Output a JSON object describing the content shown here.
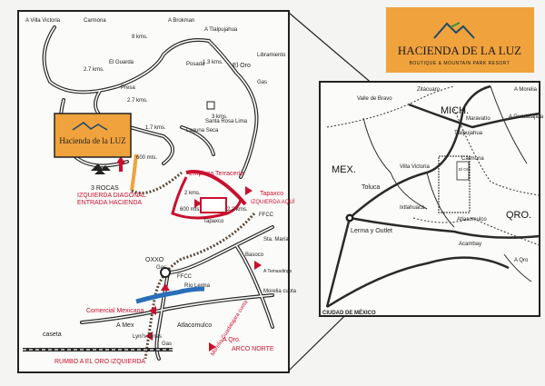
{
  "colors": {
    "road": "#2a2a2a",
    "highlight_red": "#c8102e",
    "dirt_orange": "#f2a23a",
    "logo_bg": "#f0a23c",
    "river_blue": "#2a6eb8",
    "rail": "#5a4a3a"
  },
  "logo_main": {
    "name": "HACIENDA DE LA LUZ",
    "tagline": "BOUTIQUE & MOUNTAIN PARK RESORT"
  },
  "logo_small": {
    "name": "Hacienda de la LUZ"
  },
  "detail_map": {
    "places": {
      "villa_victoria": "A Villa Victoria",
      "carmona": "Carmona",
      "a_brokman": "A Brokman",
      "a_tlalpujahua": "A Tlalpujahua",
      "el_oro": "El Oro",
      "libramiento": "Libramiento",
      "gas_north": "Gas",
      "posada": "Posada",
      "el_guarda": "El Guarda",
      "presa": "Presa",
      "laguna_seca": "Laguna Seca",
      "santa_rosa_lima": "Santa Rosa Lima",
      "empieza_terraceria": "Empieza Terracería",
      "tapaxco": "Tapaxco",
      "izquierda_aqui": "IZQUIERDA AQUÍ",
      "tapaxco_small": "Tapaxco",
      "ffcc_east": "FFCC",
      "sta_maria": "Sta. María",
      "basoco": "Basoco",
      "tenasdingo": "A Temasdingo",
      "morelia_cuota": "Morelia cuota",
      "oxxo": "OXXO",
      "gas_oxxo": "Gas",
      "ffcc_center": "FFCC",
      "rio_lerma": "Río Lerma",
      "comercial_mexicana": "Comercial Mexicana",
      "a_mex": "A Mex",
      "atlacomulco": "Atlacomulco",
      "lynis_cines": "Lyni's Cines",
      "gas_south": "Gas",
      "a_qro": "A Qro.",
      "arco_norte": "ARCO NORTE",
      "caseta": "caseta",
      "morelia_guadalajara": "Morelia-Guadalajara cuota",
      "rumbo": "RUMBO A EL ORO IZQUIERDA",
      "tres_rocas": "3 ROCAS",
      "izquierda_diagonal": "IZQUIERDA DIAGONAL",
      "entrada_hacienda": "ENTRADA HACIENDA"
    },
    "distances": {
      "d8": "8 kms.",
      "d13": "1.3 kms.",
      "d27a": "2.7 kms.",
      "d27b": "2.7 kms.",
      "d3": "3 kms.",
      "d17": "1.7 kms.",
      "d600a": "600 mts.",
      "d2": "2 kms.",
      "d600b": "600 mts.",
      "d22": "2.2 kms."
    }
  },
  "region_map": {
    "states": {
      "mex": "MEX.",
      "mich": "MICH.",
      "qro": "QRO."
    },
    "places": {
      "zitacuaro": "Zitácuaro",
      "a_morelia": "A Morelia",
      "valle_bravo": "Valle de Bravo",
      "maravatio": "Maravatío",
      "a_guadalajara": "A Guadalajara",
      "tlalpujahua": "Tlalpujahua",
      "carmona": "Carmona",
      "el_oro": "El Oro",
      "villa_victoria": "Villa Victoria",
      "toluca": "Toluca",
      "ixtlahuaca": "Ixtlahuaca",
      "atlacomulco": "Atlacomulco",
      "lerma_outlet": "Lerma y Outlet",
      "acambay": "Acambay",
      "a_qro": "A Qro",
      "ciudad_mexico": "CIUDAD DE MÉXICO"
    }
  }
}
